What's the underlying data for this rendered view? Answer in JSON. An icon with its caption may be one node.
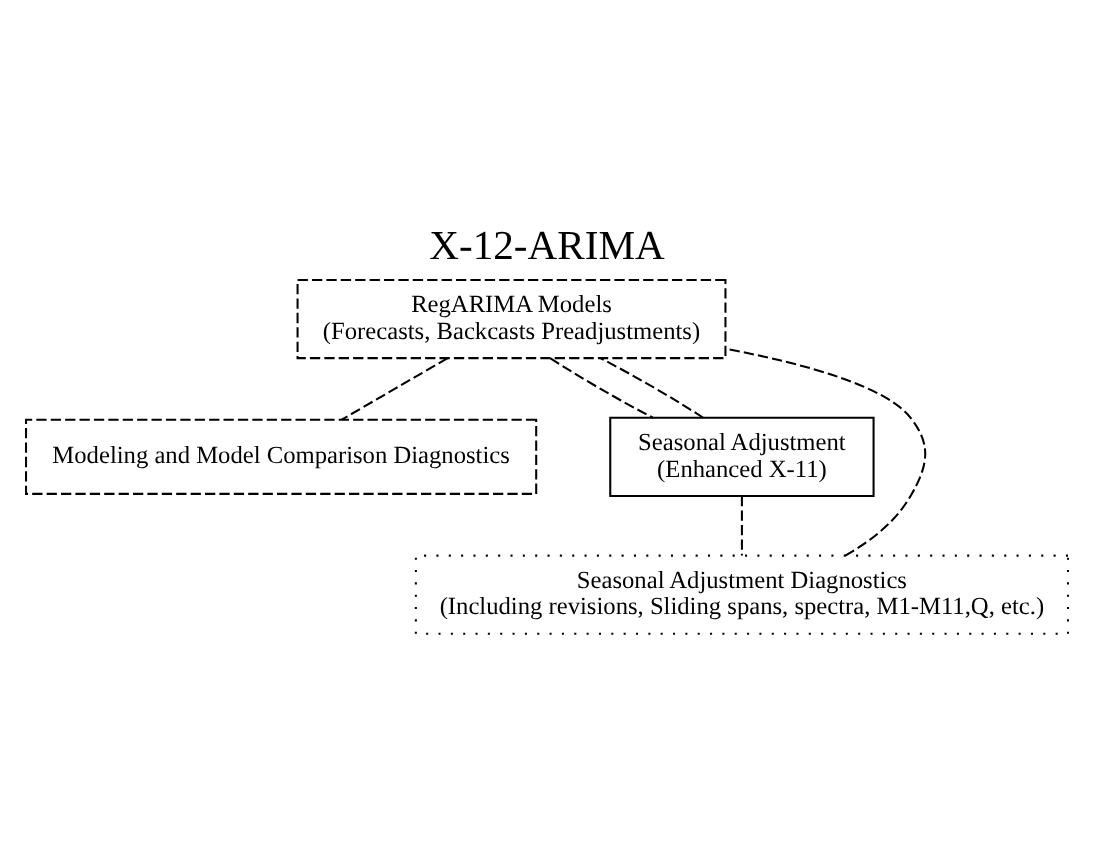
{
  "diagram": {
    "title": "X-12-ARIMA",
    "nodes": [
      {
        "text": [
          "RegARIMA Models",
          "(Forecasts, Backcasts Preadjustments)"
        ]
      },
      {
        "text": [
          "Modeling and Model Comparison Diagnostics"
        ]
      },
      {
        "text": [
          "Seasonal Adjustment",
          "(Enhanced X-11)"
        ]
      },
      {
        "text": [
          "Seasonal Adjustment Diagnostics",
          "(Including revisions, Sliding spans, spectra, M1-M11,Q, etc.)"
        ]
      }
    ],
    "edges": [
      {
        "from": 0,
        "to": 1,
        "arrow": "none",
        "style": "dashed"
      },
      {
        "from": 0,
        "to": 2,
        "arrow": "none",
        "style": "dashed"
      },
      {
        "from": 2,
        "to": 3,
        "arrow": "none",
        "style": "dashed"
      },
      {
        "from": 2,
        "to": 0,
        "arrow": "none",
        "style": "dashed"
      },
      {
        "from": 3,
        "to": 0,
        "arrow": "none",
        "style": "dashed"
      }
    ]
  }
}
